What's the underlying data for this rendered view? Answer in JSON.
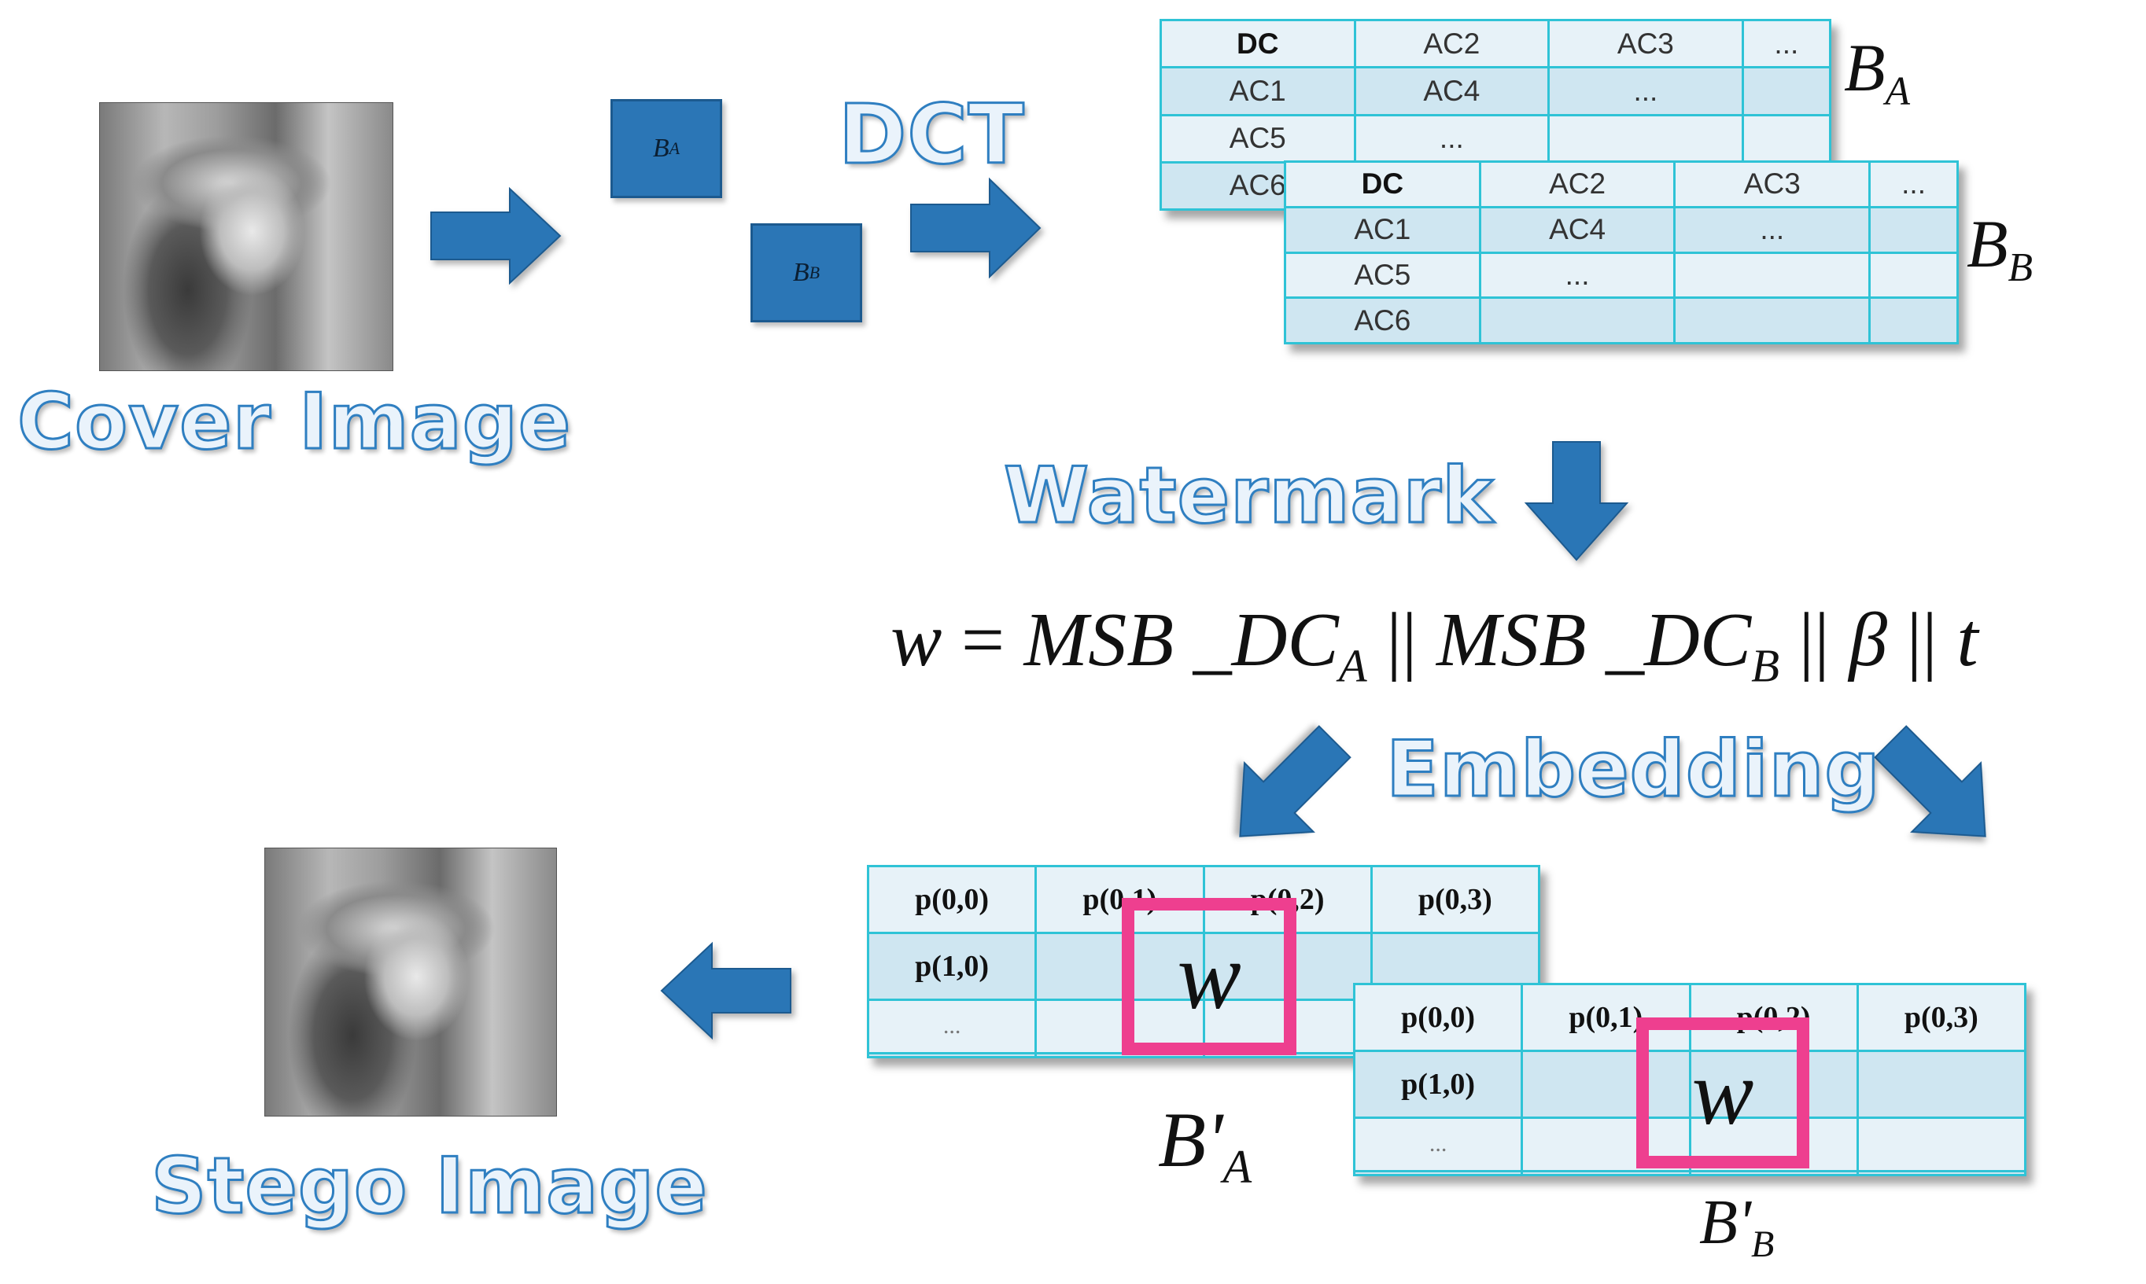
{
  "labels": {
    "cover": "Cover Image",
    "stego": "Stego Image",
    "dct": "DCT",
    "watermark": "Watermark",
    "embedding": "Embedding"
  },
  "blocks": {
    "a": {
      "main": "B",
      "sub": "A"
    },
    "b": {
      "main": "B",
      "sub": "B"
    }
  },
  "table_a": {
    "name_main": "B",
    "name_sub": "A",
    "rows": [
      [
        "DC",
        "AC2",
        "AC3",
        "..."
      ],
      [
        "AC1",
        "AC4",
        "...",
        ""
      ],
      [
        "AC5",
        "...",
        "",
        ""
      ],
      [
        "AC6",
        "",
        "",
        ""
      ]
    ]
  },
  "table_b": {
    "name_main": "B",
    "name_sub": "B",
    "rows": [
      [
        "DC",
        "AC2",
        "AC3",
        "..."
      ],
      [
        "AC1",
        "AC4",
        "...",
        ""
      ],
      [
        "AC5",
        "...",
        "",
        ""
      ],
      [
        "AC6",
        "",
        "",
        ""
      ]
    ]
  },
  "formula": {
    "lhs": "w",
    "eq": "=",
    "part1": "MSB _DC",
    "sub1": "A",
    "sep": "||",
    "part2": "MSB _DC",
    "sub2": "B",
    "beta": "β",
    "t": "t"
  },
  "embed_table_a": {
    "name_main": "B'",
    "name_sub": "A",
    "rows": [
      [
        "p(0,0)",
        "p(0,1)",
        "p(0,2)",
        "p(0,3)"
      ],
      [
        "p(1,0)",
        "",
        "",
        ""
      ],
      [
        "...",
        "",
        "",
        ""
      ],
      [
        "",
        "",
        "",
        ""
      ]
    ],
    "w": "w"
  },
  "embed_table_b": {
    "name_main": "B'",
    "name_sub": "B",
    "rows": [
      [
        "p(0,0)",
        "p(0,1)",
        "p(0,2)",
        "p(0,3)"
      ],
      [
        "p(1,0)",
        "",
        "",
        ""
      ],
      [
        "...",
        "",
        "",
        ""
      ],
      [
        "",
        "",
        "",
        ""
      ]
    ],
    "w": "w"
  },
  "colors": {
    "arrow": "#2b76b6",
    "grid_line": "#2fc3d6",
    "highlight": "#ee3f8f"
  }
}
